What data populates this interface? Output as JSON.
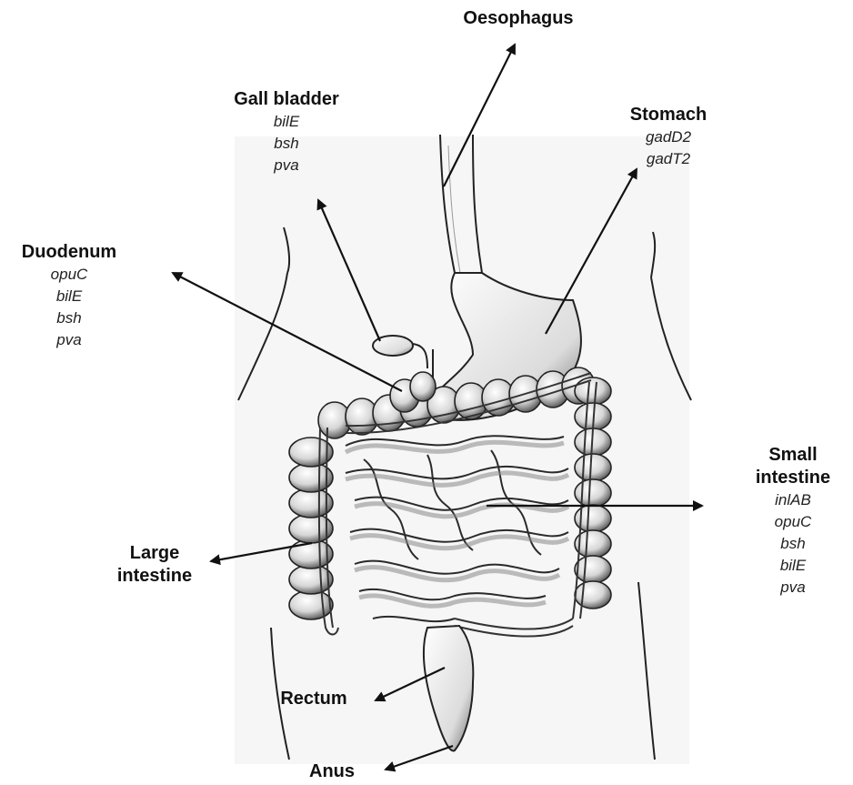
{
  "labels": {
    "oesophagus": {
      "name": "Oesophagus",
      "genes": []
    },
    "gall_bladder": {
      "name": "Gall bladder",
      "genes": [
        "bilE",
        "bsh",
        "pva"
      ]
    },
    "stomach": {
      "name": "Stomach",
      "genes": [
        "gadD2",
        "gadT2"
      ]
    },
    "duodenum": {
      "name": "Duodenum",
      "genes": [
        "opuC",
        "bilE",
        "bsh",
        "pva"
      ]
    },
    "small_intestine": {
      "name_line1": "Small",
      "name_line2": "intestine",
      "genes": [
        "inlAB",
        "opuC",
        "bsh",
        "bilE",
        "pva"
      ]
    },
    "large_intestine": {
      "name_line1": "Large",
      "name_line2": "intestine",
      "genes": []
    },
    "rectum": {
      "name": "Rectum",
      "genes": []
    },
    "anus": {
      "name": "Anus",
      "genes": []
    }
  },
  "colors": {
    "ink": "#111111",
    "line": "#1a1a1a",
    "shade": "#9a9a9a",
    "fill": "#f2f2f2"
  }
}
